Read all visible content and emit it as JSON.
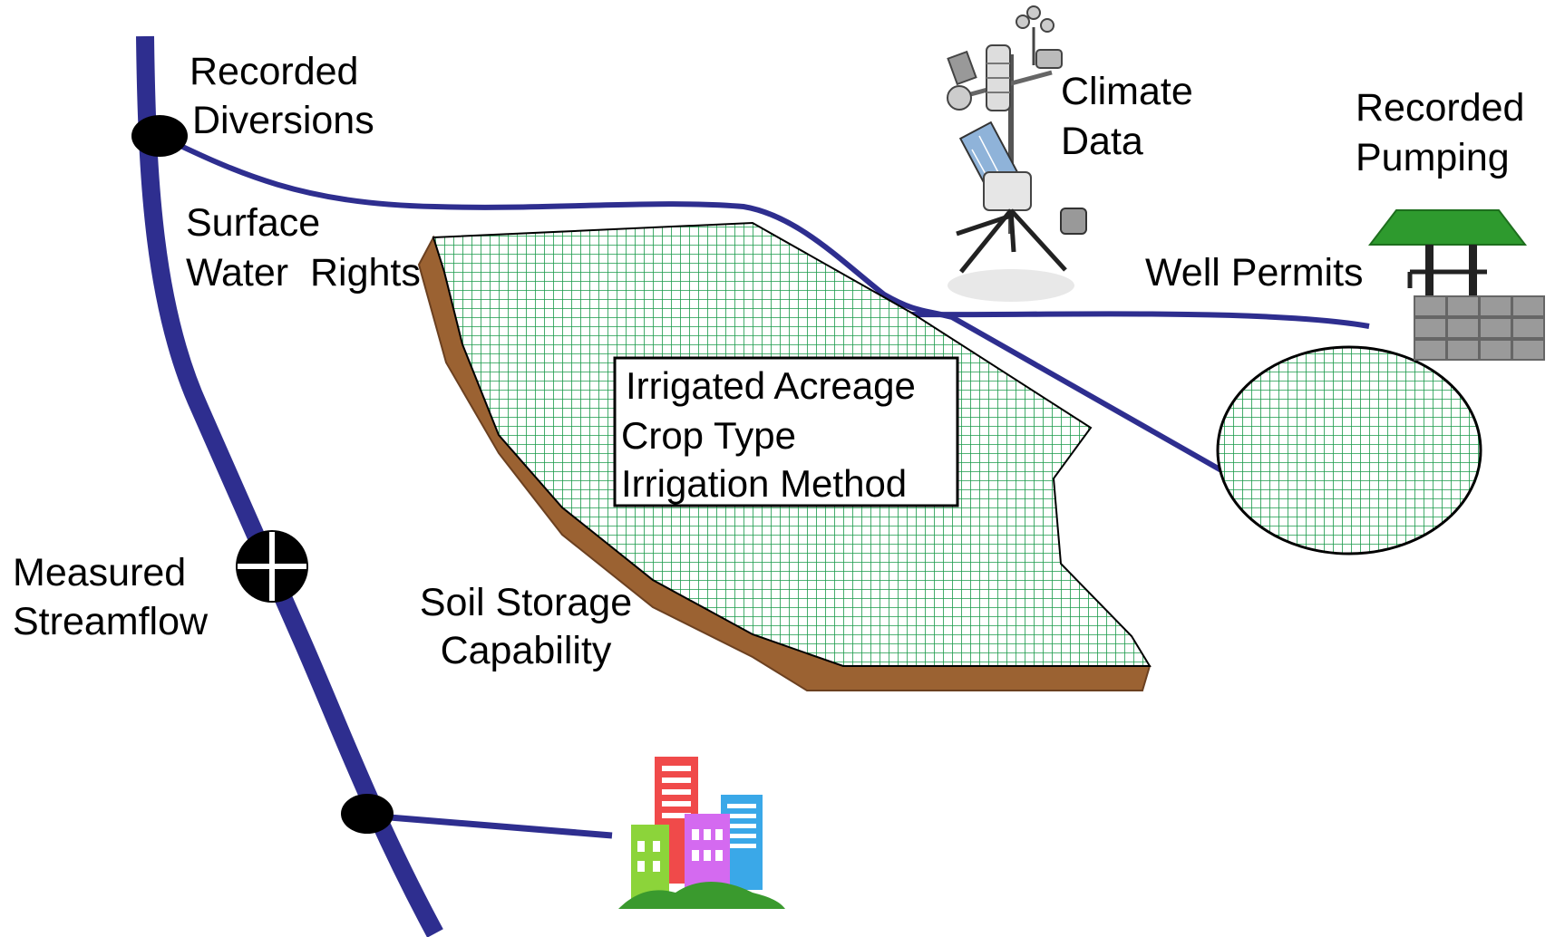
{
  "labels": {
    "recorded_diversions": [
      "Recorded",
      "Diversions"
    ],
    "surface_water_rights": [
      "Surface",
      "Water  Rights"
    ],
    "climate_data": [
      "Climate",
      "Data"
    ],
    "recorded_pumping": [
      "Recorded",
      "Pumping"
    ],
    "well_permits": "Well Permits",
    "measured_streamflow": [
      "Measured",
      "Streamflow"
    ],
    "soil_storage": [
      "Soil Storage",
      "Capability"
    ],
    "field_box": [
      "Irrigated Acreage",
      "Crop Type",
      "Irrigation Method"
    ]
  },
  "colors": {
    "river": "#2e2e8f",
    "field_grid": "#1a9a4a",
    "soil": "#9b6232",
    "well_roof": "#2e9a2e",
    "well_stone": "#9a9a9a",
    "node": "#000000"
  },
  "icons": {
    "weather_station": "weather-station-icon",
    "well": "well-icon",
    "buildings": "city-buildings-icon"
  }
}
